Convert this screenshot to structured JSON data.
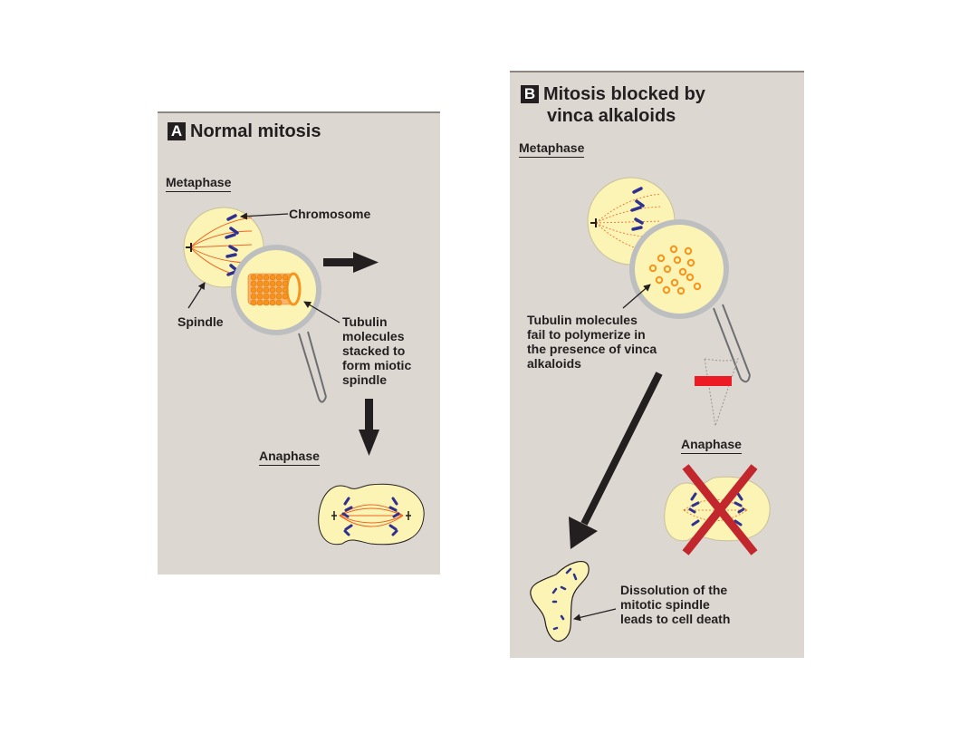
{
  "panel_a": {
    "badge": "A",
    "title": "Normal mitosis",
    "metaphase_label": "Metaphase",
    "chromosome_label": "Chromosome",
    "spindle_label": "Spindle",
    "tubulin_label_lines": [
      "Tubulin",
      "molecules",
      "stacked to",
      "form miotic",
      "spindle"
    ],
    "anaphase_label": "Anaphase"
  },
  "panel_b": {
    "badge": "B",
    "title_lines": [
      "Mitosis blocked by",
      "vinca alkaloids"
    ],
    "metaphase_label": "Metaphase",
    "tubulin_label_lines": [
      "Tubulin molecules",
      "fail to polymerize in",
      "the presence of vinca",
      "alkaloids"
    ],
    "anaphase_label": "Anaphase",
    "dissolution_label_lines": [
      "Dissolution of the",
      "mitotic spindle",
      "leads to cell death"
    ]
  },
  "colors": {
    "panel_bg": "#dcd7d1",
    "cell_fill": "#fbf4b4",
    "chromosome": "#2e3192",
    "spindle_fiber": "#f26522",
    "tubulin": "#f7941d",
    "blocked_bar": "#ed1c24",
    "cross": "#c1272d",
    "text": "#231f20"
  }
}
